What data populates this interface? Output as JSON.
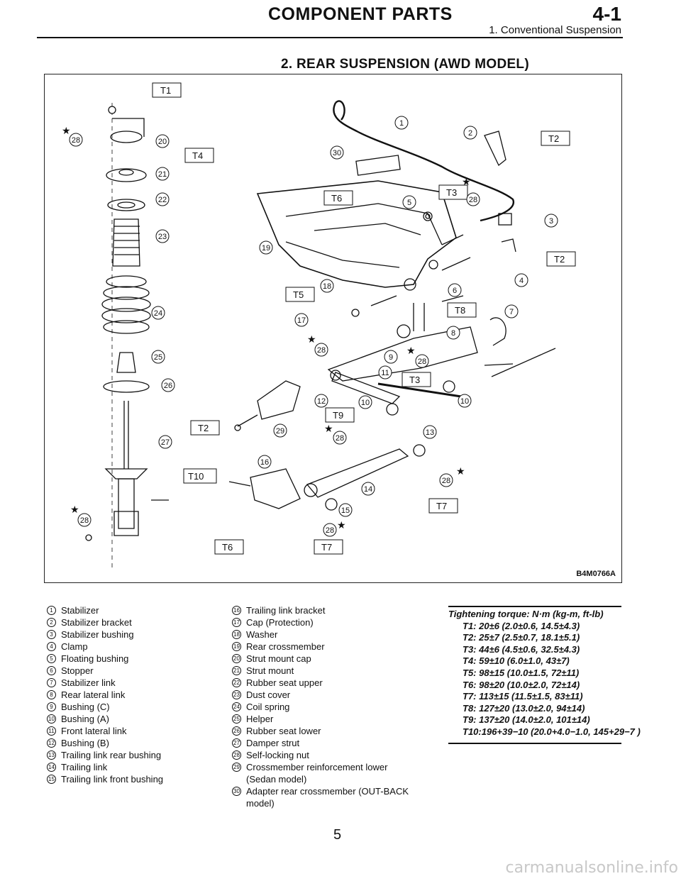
{
  "header": {
    "title": "COMPONENT PARTS",
    "code": "4-1",
    "subtitle": "1. Conventional Suspension"
  },
  "section_title": "2. REAR SUSPENSION (AWD MODEL)",
  "figure": {
    "figure_id": "B4M0766A",
    "torque_tags": [
      "T1",
      "T2",
      "T2",
      "T2",
      "T3",
      "T3",
      "T4",
      "T5",
      "T6",
      "T6",
      "T7",
      "T7",
      "T8",
      "T9",
      "T10"
    ],
    "callouts": [
      "1",
      "2",
      "3",
      "4",
      "5",
      "6",
      "7",
      "8",
      "9",
      "10",
      "10",
      "11",
      "12",
      "13",
      "14",
      "15",
      "16",
      "17",
      "18",
      "19",
      "20",
      "21",
      "22",
      "23",
      "24",
      "25",
      "26",
      "27",
      "28",
      "28",
      "28",
      "28",
      "28",
      "28",
      "28",
      "28",
      "29",
      "30"
    ]
  },
  "legend": [
    {
      "num": "1",
      "text": "Stabilizer"
    },
    {
      "num": "2",
      "text": "Stabilizer bracket"
    },
    {
      "num": "3",
      "text": "Stabilizer bushing"
    },
    {
      "num": "4",
      "text": "Clamp"
    },
    {
      "num": "5",
      "text": "Floating bushing"
    },
    {
      "num": "6",
      "text": "Stopper"
    },
    {
      "num": "7",
      "text": "Stabilizer link"
    },
    {
      "num": "8",
      "text": "Rear lateral link"
    },
    {
      "num": "9",
      "text": "Bushing (C)"
    },
    {
      "num": "10",
      "text": "Bushing (A)"
    },
    {
      "num": "11",
      "text": "Front lateral link"
    },
    {
      "num": "12",
      "text": "Bushing (B)"
    },
    {
      "num": "13",
      "text": "Trailing link rear bushing"
    },
    {
      "num": "14",
      "text": "Trailing link"
    },
    {
      "num": "15",
      "text": "Trailing link front bushing"
    },
    {
      "num": "16",
      "text": "Trailing link bracket"
    },
    {
      "num": "17",
      "text": "Cap (Protection)"
    },
    {
      "num": "18",
      "text": "Washer"
    },
    {
      "num": "19",
      "text": "Rear crossmember"
    },
    {
      "num": "20",
      "text": "Strut mount cap"
    },
    {
      "num": "21",
      "text": "Strut mount"
    },
    {
      "num": "22",
      "text": "Rubber seat upper"
    },
    {
      "num": "23",
      "text": "Dust cover"
    },
    {
      "num": "24",
      "text": "Coil spring"
    },
    {
      "num": "25",
      "text": "Helper"
    },
    {
      "num": "26",
      "text": "Rubber seat lower"
    },
    {
      "num": "27",
      "text": "Damper strut"
    },
    {
      "num": "28",
      "text": "Self-locking nut"
    },
    {
      "num": "29",
      "text": "Crossmember reinforcement lower (Sedan model)"
    },
    {
      "num": "30",
      "text": "Adapter rear crossmember (OUT-BACK model)"
    }
  ],
  "torque": {
    "heading": "Tightening torque: N·m (kg-m, ft-lb)",
    "rows": [
      "T1: 20±6 (2.0±0.6, 14.5±4.3)",
      "T2: 25±7 (2.5±0.7, 18.1±5.1)",
      "T3: 44±6 (4.5±0.6, 32.5±4.3)",
      "T4: 59±10 (6.0±1.0, 43±7)",
      "T5: 98±15 (10.0±1.5, 72±11)",
      "T6: 98±20 (10.0±2.0, 72±14)",
      "T7: 113±15 (11.5±1.5, 83±11)",
      "T8: 127±20 (13.0±2.0, 94±14)",
      "T9: 137±20 (14.0±2.0, 101±14)",
      "T10:196+39−10 (20.0+4.0−1.0, 145+29−7 )"
    ]
  },
  "page_number": "5",
  "watermark": "carmanualsonline.info"
}
